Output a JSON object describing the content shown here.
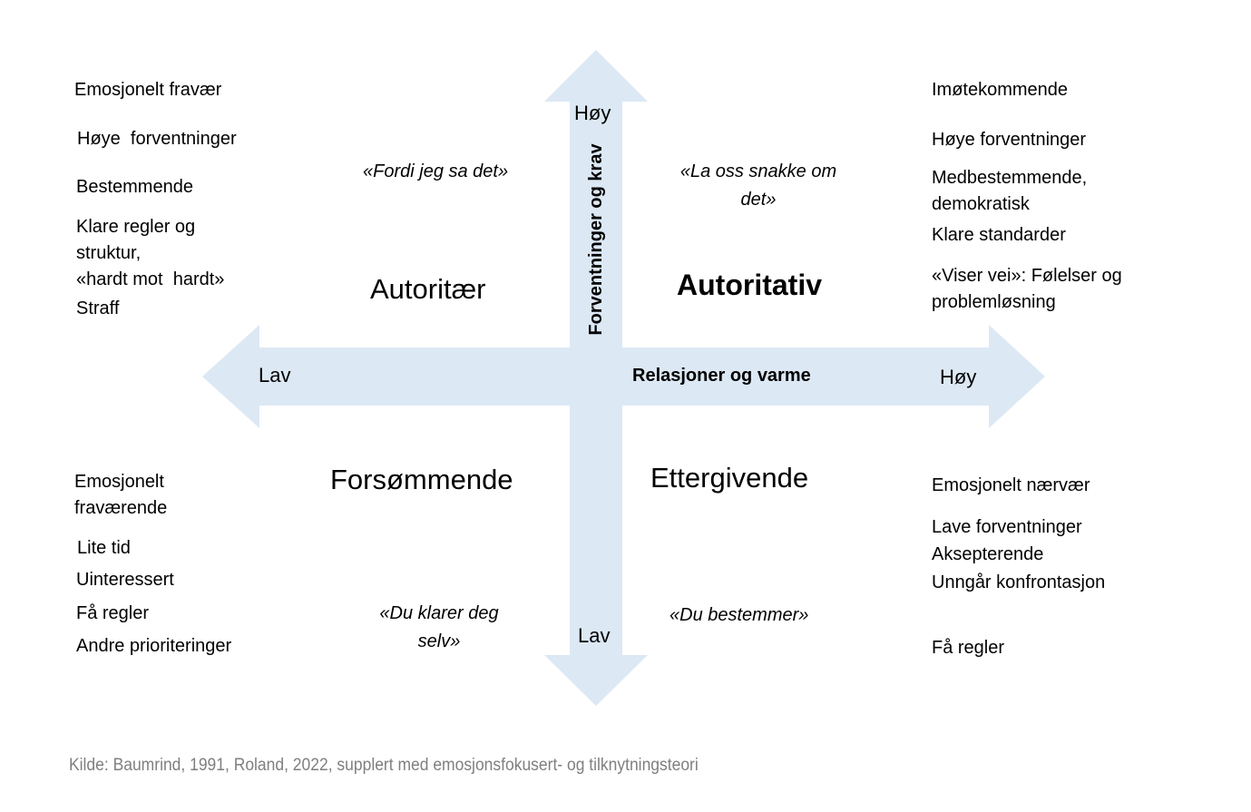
{
  "diagram": {
    "axes": {
      "vertical": {
        "title": "Forventninger og krav",
        "high_label": "Høy",
        "low_label": "Lav"
      },
      "horizontal": {
        "title": "Relasjoner og varme",
        "low_label": "Lav",
        "high_label": "Høy"
      }
    },
    "quadrants": {
      "autoritaer": {
        "title": "Autoritær",
        "quote": "«Fordi jeg sa det»",
        "traits": [
          "Emosjonelt fravær",
          "Høye  forventninger",
          "Bestemmende",
          "Klare regler og\nstruktur,\n«hardt mot  hardt»",
          "Straff"
        ]
      },
      "autoritativ": {
        "title": "Autoritativ",
        "quote": "«La oss snakke om\ndet»",
        "traits": [
          "Imøtekommende",
          "Høye forventninger",
          "Medbestemmende,\ndemokratisk",
          "Klare standarder",
          "«Viser vei»: Følelser og\nproblemløsning"
        ]
      },
      "forsommende": {
        "title": "Forsømmende",
        "quote": "«Du klarer deg\nselv»",
        "traits": [
          "Emosjonelt\nfraværende",
          "Lite tid",
          "Uinteressert",
          "Få regler",
          "Andre prioriteringer"
        ]
      },
      "ettergivende": {
        "title": "Ettergivende",
        "quote": "«Du bestemmer»",
        "traits": [
          "Emosjonelt nærvær",
          "Lave forventninger",
          "Aksepterende",
          "Unngår konfrontasjon",
          "Få regler"
        ]
      }
    },
    "source": "Kilde: Baumrind, 1991, Roland, 2022, supplert med emosjonsfokusert- og tilknytningsteori",
    "colors": {
      "arrow_fill": "#dce8f4",
      "text": "#000000",
      "source_text": "#7f7f7f"
    }
  }
}
